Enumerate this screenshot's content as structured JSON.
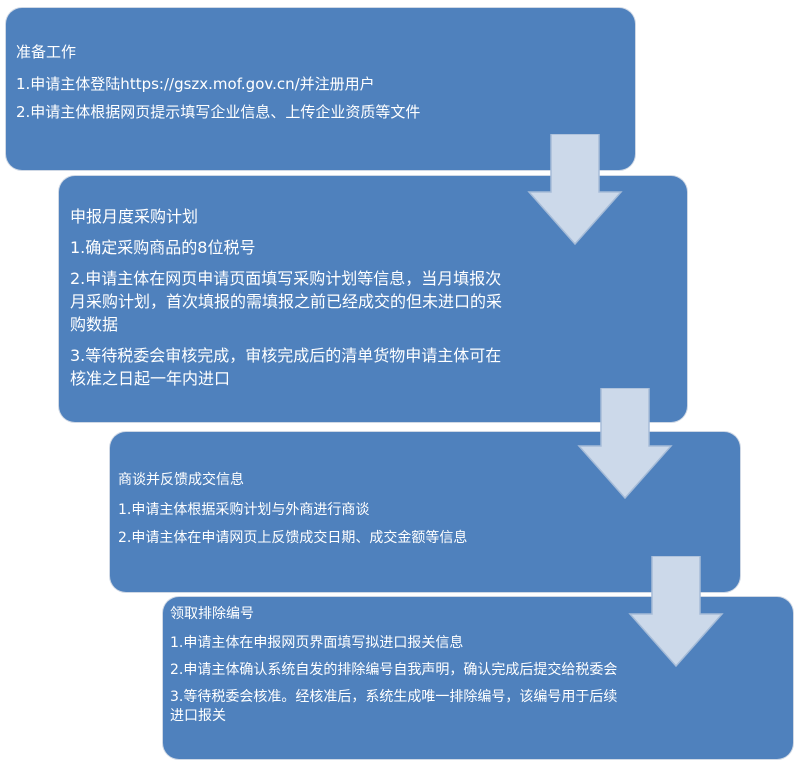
{
  "flow": {
    "steps": [
      {
        "title": "准备工作",
        "items": [
          "1.申请主体登陆https://gszx.mof.gov.cn/并注册用户",
          "2.申请主体根据网页提示填写企业信息、上传企业资质等文件"
        ]
      },
      {
        "title": "申报月度采购计划",
        "items": [
          "1.确定采购商品的8位税号",
          "2.申请主体在网页申请页面填写采购计划等信息，当月填报次月采购计划，首次填报的需填报之前已经成交的但未进口的采购数据",
          "3.等待税委会审核完成，审核完成后的清单货物申请主体可在核准之日起一年内进口"
        ]
      },
      {
        "title": "商谈并反馈成交信息",
        "items": [
          "1.申请主体根据采购计划与外商进行商谈",
          "2.申请主体在申请网页上反馈成交日期、成交金额等信息"
        ]
      },
      {
        "title": "领取排除编号",
        "items": [
          "1.申请主体在申报网页界面填写拟进口报关信息",
          "2.申请主体确认系统自发的排除编号自我声明，确认完成后提交给税委会",
          "3.等待税委会核准。经核准后，系统生成唯一排除编号，该编号用于后续进口报关"
        ]
      }
    ]
  },
  "colors": {
    "box_fill": "#4f81bd",
    "arrow_fill": "#ccd9ea",
    "arrow_stroke": "#a6bcd8",
    "text": "#ffffff"
  }
}
